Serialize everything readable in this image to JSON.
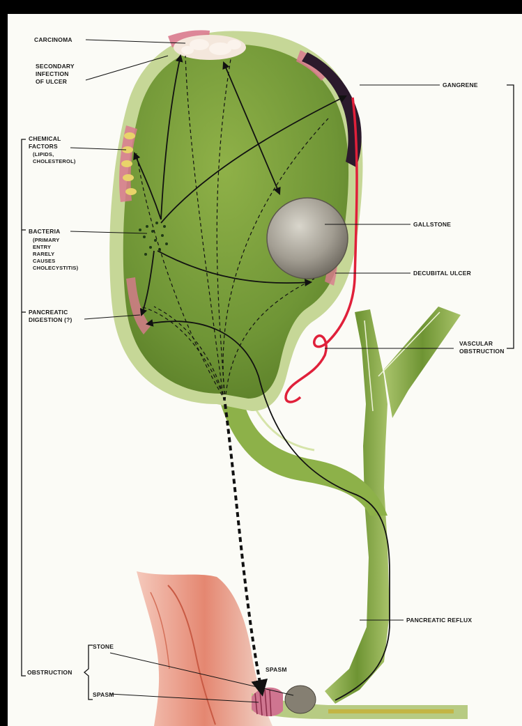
{
  "labels": {
    "carcinoma": "CARCINOMA",
    "secondary_infection": [
      "SECONDARY",
      "INFECTION",
      "OF ULCER"
    ],
    "chemical_factors": [
      "CHEMICAL",
      "FACTORS",
      "(LIPIDS,",
      "CHOLESTEROL)"
    ],
    "bacteria": [
      "BACTERIA",
      "(PRIMARY",
      "ENTRY",
      "RARELY",
      "CAUSES",
      "CHOLECYSTITIS)"
    ],
    "pancreatic_digestion": [
      "PANCREATIC",
      "DIGESTION (?)"
    ],
    "obstruction": "OBSTRUCTION",
    "stone": "STONE",
    "spasm_left": "SPASM",
    "spasm_top": "SPASM",
    "gangrene": "GANGRENE",
    "gallstone": "GALLSTONE",
    "decubital_ulcer": "DECUBITAL ULCER",
    "vascular_obstruction": [
      "VASCULAR",
      "OBSTRUCTION"
    ],
    "pancreatic_reflux": "PANCREATIC REFLUX"
  },
  "colors": {
    "background": "#fbfbf6",
    "frame": "#000000",
    "wall_outer": "#bccf86",
    "wall_inner": "#8fb04c",
    "lumen": "#7fa23e",
    "duct": "#7b9e3a",
    "inflamed": "#d9738a",
    "gangrene": "#2b1a2c",
    "vessel": "#e0203a",
    "stone": "#9a958a",
    "intestine": "#e58a72",
    "leader_line": "#111111"
  }
}
